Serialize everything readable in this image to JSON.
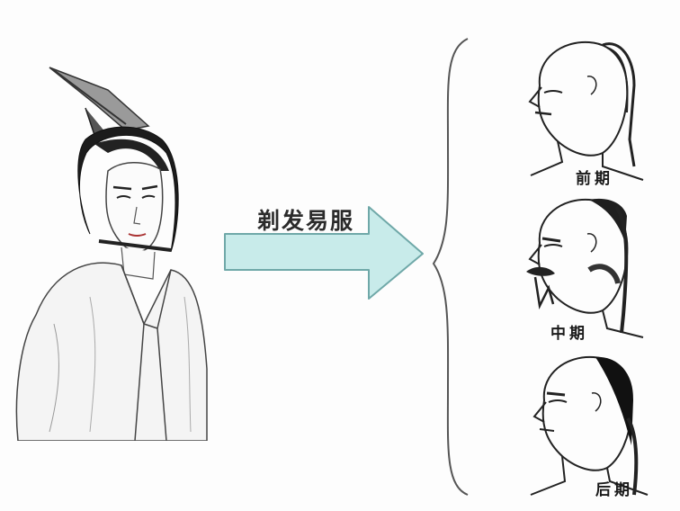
{
  "diagram": {
    "process_label": "剃发易服",
    "periods": [
      {
        "id": "early",
        "label": "前期"
      },
      {
        "id": "middle",
        "label": "中期"
      },
      {
        "id": "late",
        "label": "后期"
      }
    ]
  },
  "colors": {
    "arrow_fill": "#c8ebea",
    "arrow_stroke": "#6fa8a8",
    "ink": "#1a1a1a",
    "brace": "#555555"
  },
  "icons": {
    "left_figure": "ming-scholar-illustration",
    "right_heads": [
      "queue-head-early-icon",
      "queue-head-middle-icon",
      "queue-head-late-icon"
    ]
  }
}
